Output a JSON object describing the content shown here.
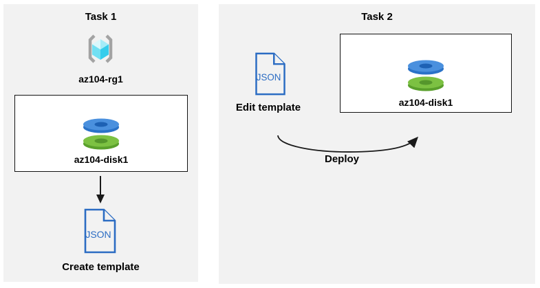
{
  "task1": {
    "title": "Task 1",
    "resource_group": {
      "label": "az104-rg1",
      "icon": "resource-group-brackets-cube"
    },
    "disk_box": {
      "label": "az104-disk1",
      "icon": "managed-disk"
    },
    "json_icon_text": "JSON",
    "caption": "Create template",
    "flow": "disk-box -> down-arrow -> json-template"
  },
  "task2": {
    "title": "Task 2",
    "json_icon_text": "JSON",
    "json_caption": "Edit template",
    "disk_box": {
      "label": "az104-disk1",
      "icon": "managed-disk"
    },
    "arrow_label": "Deploy",
    "flow": "json-template -> deploy-arrow -> disk-box"
  },
  "colors": {
    "panel_bg": "#f2f2f2",
    "box_bg": "#ffffff",
    "box_border": "#111111",
    "text": "#000000",
    "json_blue": "#2b6cc3",
    "disk_blue_top": "#4a90de",
    "disk_blue_side": "#2a72c8",
    "disk_blue_hole": "#1d61b4",
    "disk_green_top": "#7cc142",
    "disk_green_side": "#5aa02c",
    "disk_green_hole": "#55962c",
    "bracket_gray": "#a3a3a3",
    "cube_cyan_light": "#d9f8fd",
    "cube_cyan_mid": "#72e0f3",
    "cube_cyan_dark": "#35cdec",
    "arrow_black": "#1a1a1a"
  }
}
